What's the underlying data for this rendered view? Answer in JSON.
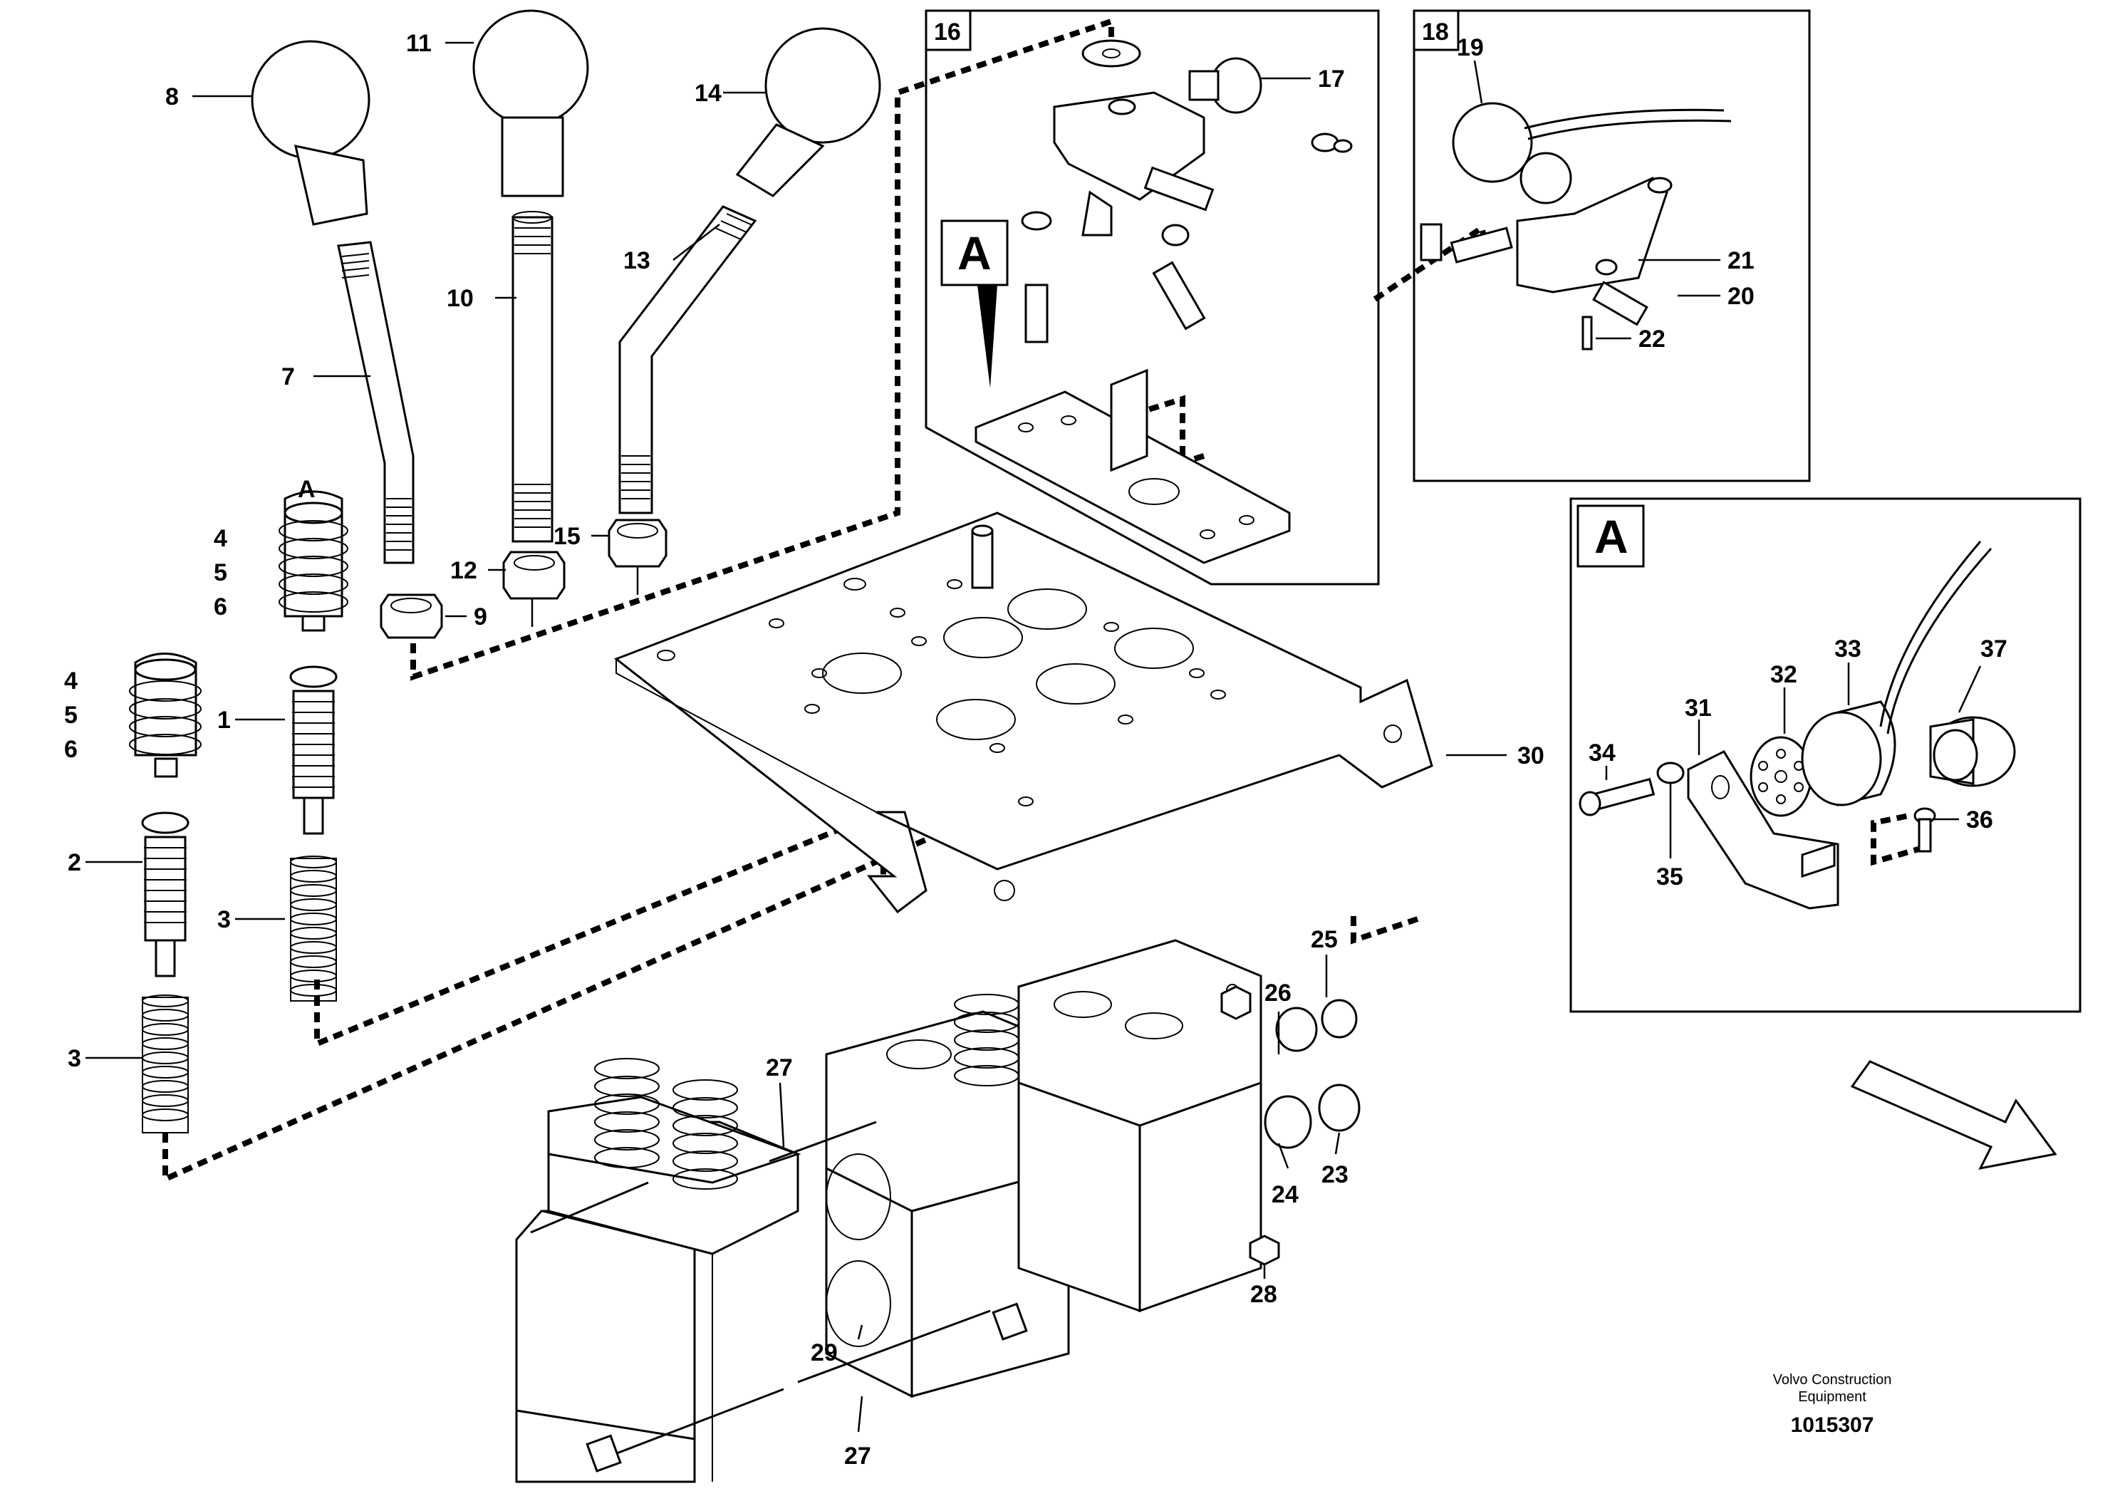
{
  "diagram": {
    "part_labels": [
      "1",
      "2",
      "3",
      "3",
      "4",
      "5",
      "6",
      "4",
      "5",
      "6",
      "7",
      "8",
      "9",
      "10",
      "11",
      "12",
      "13",
      "14",
      "15",
      "16",
      "17",
      "18",
      "19",
      "20",
      "21",
      "22",
      "23",
      "24",
      "25",
      "26",
      "27",
      "27",
      "28",
      "29",
      "30",
      "31",
      "32",
      "33",
      "34",
      "35",
      "36",
      "37"
    ],
    "detail_letter_top": "A",
    "detail_letter_box": "A",
    "detail_letter_inset": "A",
    "box_16_label": "16",
    "box_18_label": "18"
  },
  "footer": {
    "maker_line1": "Volvo Construction",
    "maker_line2": "Equipment",
    "doc_number": "1015307"
  }
}
